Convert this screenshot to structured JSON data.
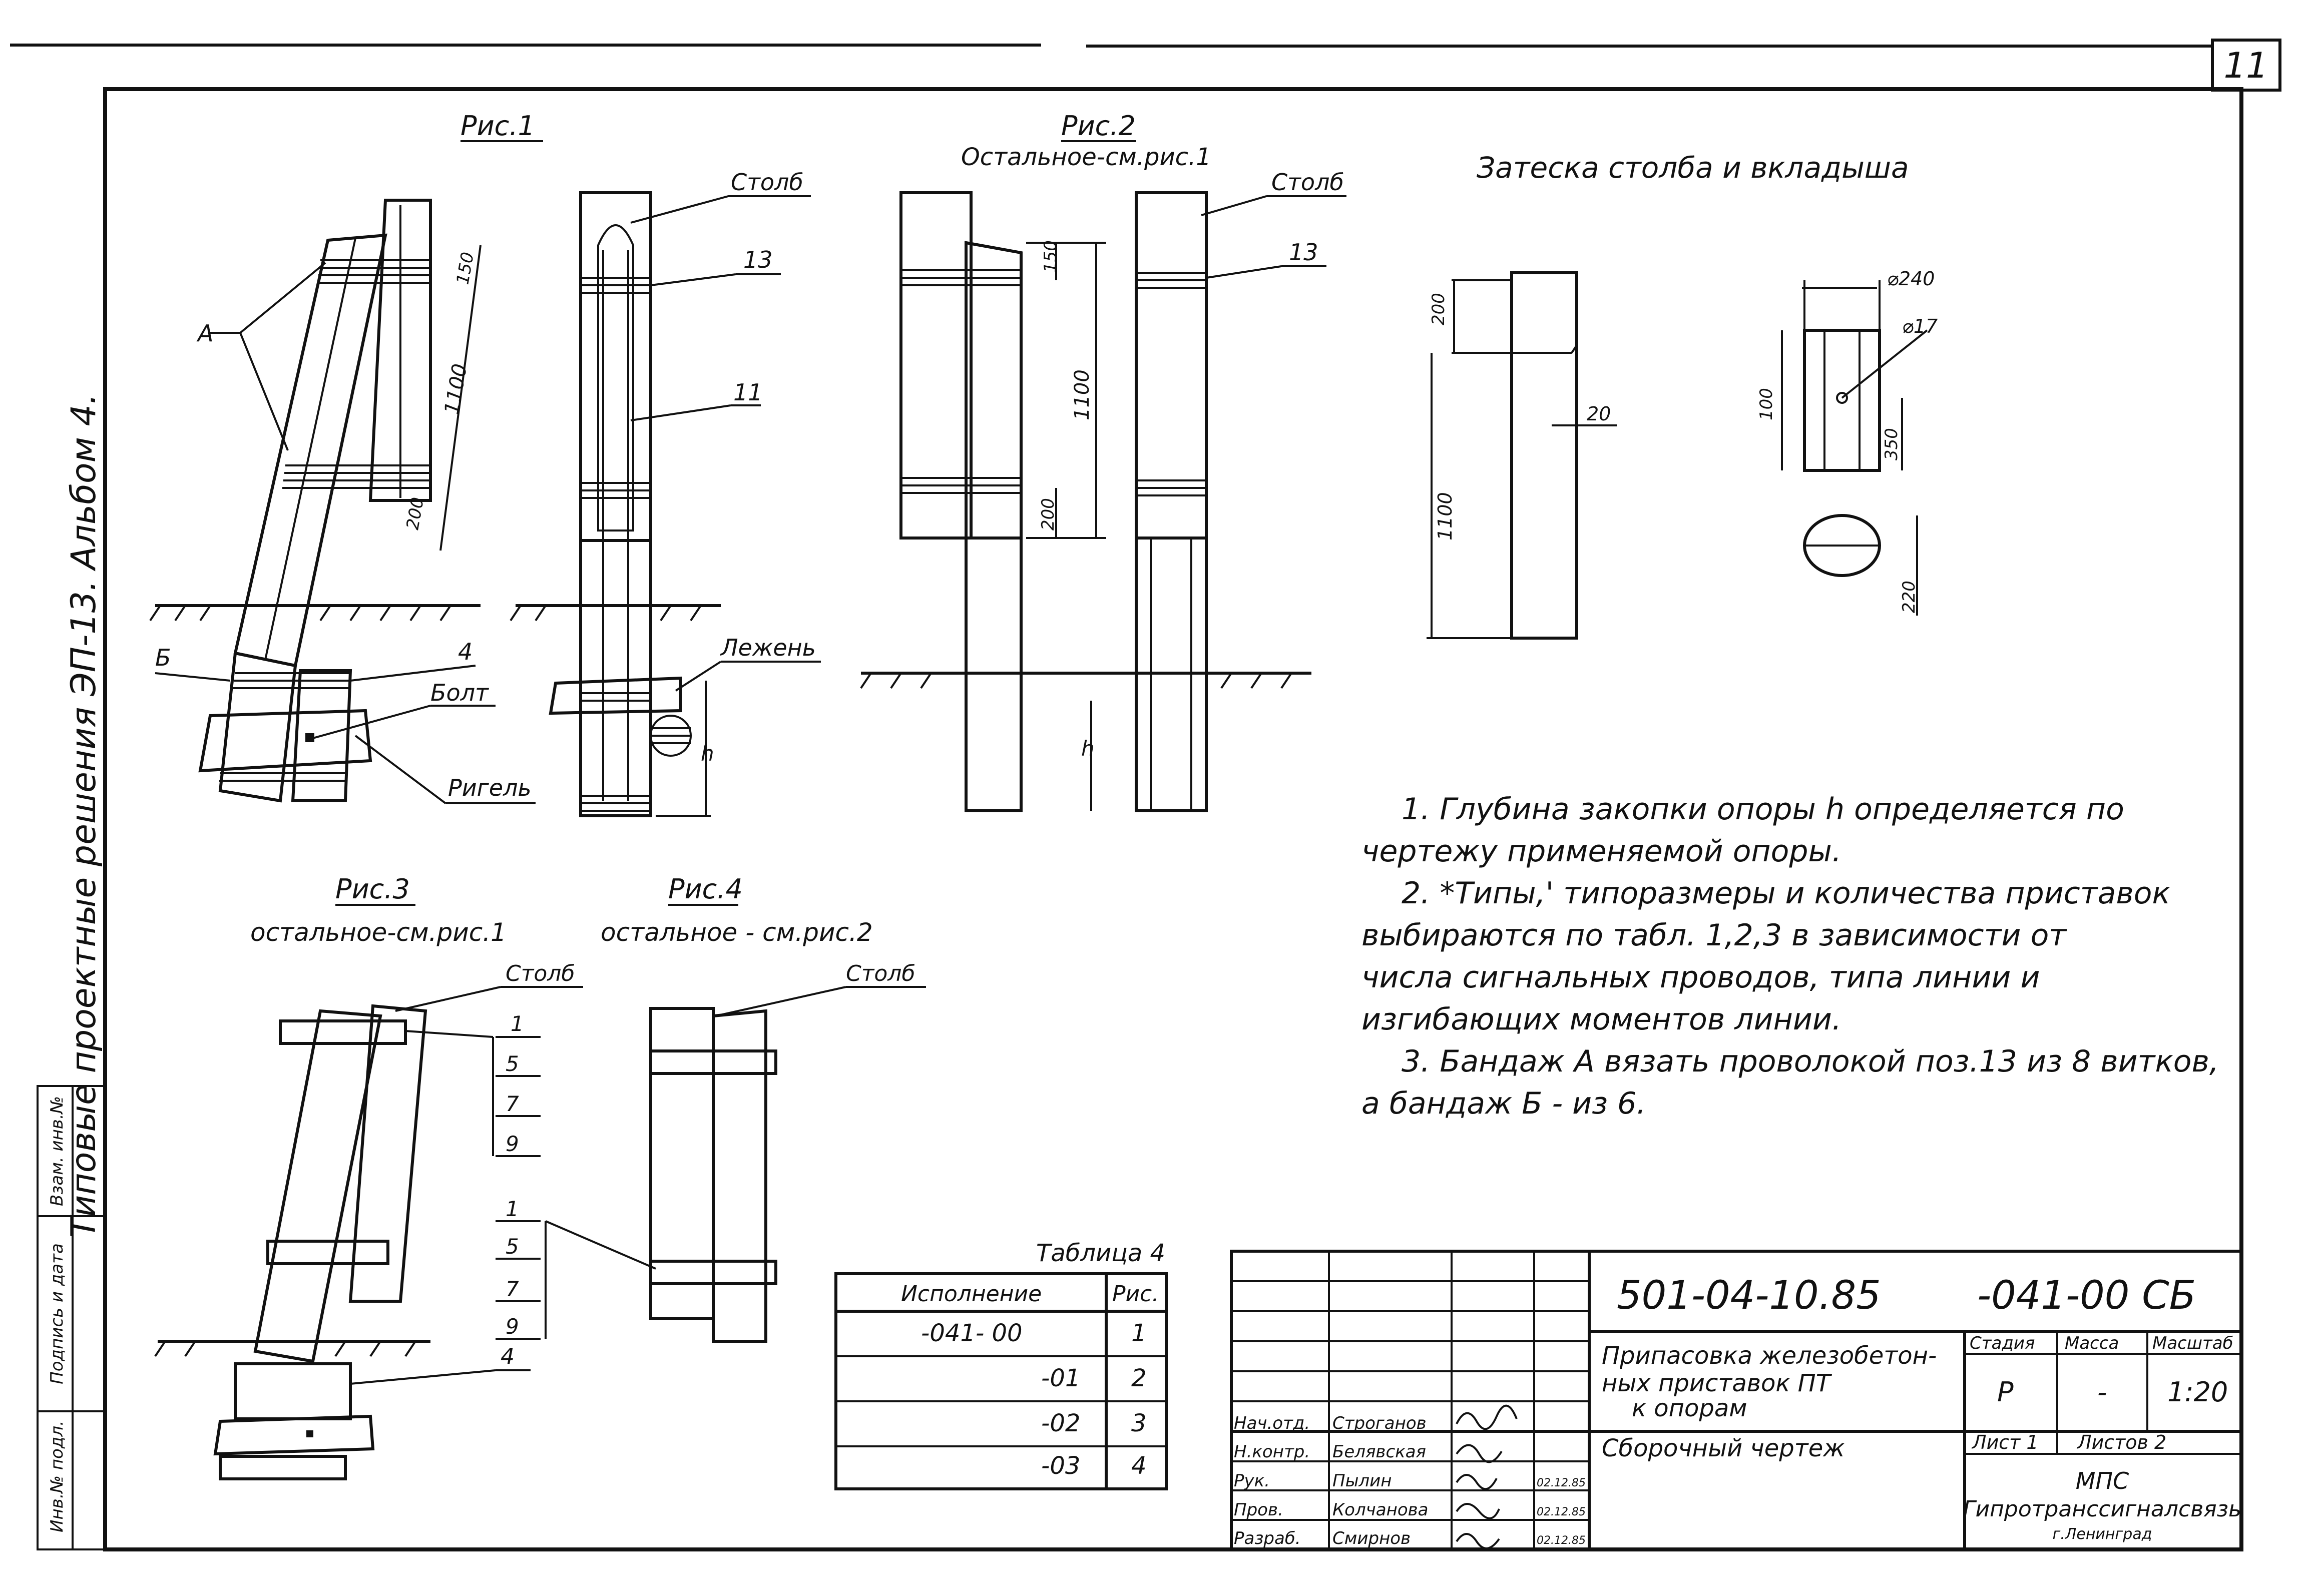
{
  "page_number": "11",
  "side_title": "Типовые проектные решения ЭП-13. Альбом 4.",
  "figures": {
    "fig1": {
      "title": "Рис.1",
      "labels": {
        "a": "А",
        "b": "Б",
        "bolt": "Болт",
        "rigel": "Ригель",
        "pos4": "4"
      },
      "dims": [
        "150",
        "1100",
        "200"
      ]
    },
    "fig_mid": {
      "labels": {
        "stolb": "Столб",
        "pos13": "13",
        "pos11": "11",
        "lezhen": "Лежень",
        "h": "h"
      }
    },
    "fig2": {
      "title": "Рис.2",
      "subtitle": "Остальное-см.рис.1",
      "labels": {
        "stolb": "Столб",
        "pos13": "13",
        "h": "h"
      },
      "dims": [
        "150",
        "1100",
        "200"
      ]
    },
    "fig3": {
      "title": "Рис.3",
      "subtitle": "остальное-см.рис.1",
      "labels": {
        "stolb": "Столб",
        "pos4": "4"
      },
      "positions": [
        "1",
        "5",
        "7",
        "9"
      ]
    },
    "fig4": {
      "title": "Рис.4",
      "subtitle": "остальное - см.рис.2",
      "labels": {
        "stolb": "Столб"
      },
      "positions": [
        "1",
        "5",
        "7",
        "9"
      ]
    },
    "zateska": {
      "title": "Затеска столба и вкладыша",
      "dims": [
        "200",
        "20",
        "1100",
        "⌀240",
        "⌀17",
        "100",
        "350",
        "220"
      ]
    }
  },
  "notes": [
    "1. Глубина закопки опоры h определяется по",
    "чертежу применяемой опоры.",
    "2. *Типы,' типоразмеры и количества приставок",
    "выбираются по табл. 1,2,3 в зависимости от",
    "числа сигнальных проводов, типа линии и",
    "изгибающих моментов линии.",
    "3. Бандаж А вязать проволокой поз.13 из 8 витков,",
    "а бандаж Б - из 6."
  ],
  "table4": {
    "title": "Таблица 4",
    "headers": [
      "Исполнение",
      "Рис."
    ],
    "rows": [
      [
        "-041- 00",
        "1"
      ],
      [
        "-01",
        "2"
      ],
      [
        "-02",
        "3"
      ],
      [
        "-03",
        "4"
      ]
    ]
  },
  "left_stamp": [
    "Инв.№ подл.",
    "Подпись и дата",
    "Взам. инв.№"
  ],
  "title_block": {
    "doc_number": "501-04-10.85",
    "doc_code": "-041-00 СБ",
    "title_lines": [
      "Припасовка железобетон-",
      "ных приставок ПТ",
      "к опорам"
    ],
    "doc_type": "Сборочный чертеж",
    "headers": [
      "Стадия",
      "Масса",
      "Масштаб"
    ],
    "values": [
      "Р",
      "-",
      "1:20"
    ],
    "sheet": "Лист 1",
    "sheets": "Листов 2",
    "org1": "МПС",
    "org2": "Гипротранссигналсвязь",
    "city": "г.Ленинград",
    "roles": [
      {
        "role": "Нач.отд.",
        "name": "Строганов",
        "date": ""
      },
      {
        "role": "Н.контр.",
        "name": "Белявская",
        "date": ""
      },
      {
        "role": "Рук.",
        "name": "Пылин",
        "date": "02.12.85"
      },
      {
        "role": "Пров.",
        "name": "Колчанова",
        "date": "02.12.85"
      },
      {
        "role": "Разраб.",
        "name": "Смирнов",
        "date": "02.12.85"
      }
    ]
  }
}
